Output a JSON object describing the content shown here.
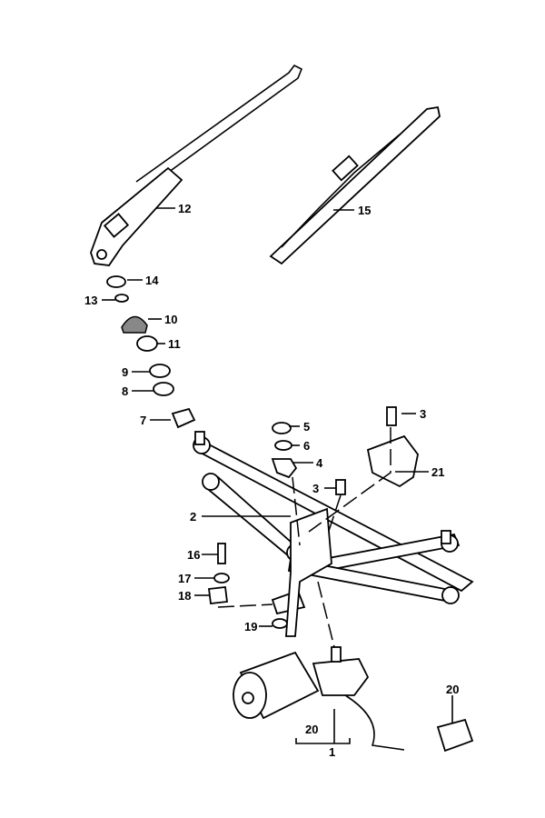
{
  "title": "Windshield wiper assembly parts diagram",
  "callouts": [
    "12",
    "15",
    "14",
    "13",
    "10",
    "11",
    "9",
    "8",
    "7",
    "5",
    "6",
    "3",
    "4",
    "3",
    "21",
    "2",
    "16",
    "17",
    "18",
    "19",
    "20",
    "1",
    "20"
  ]
}
